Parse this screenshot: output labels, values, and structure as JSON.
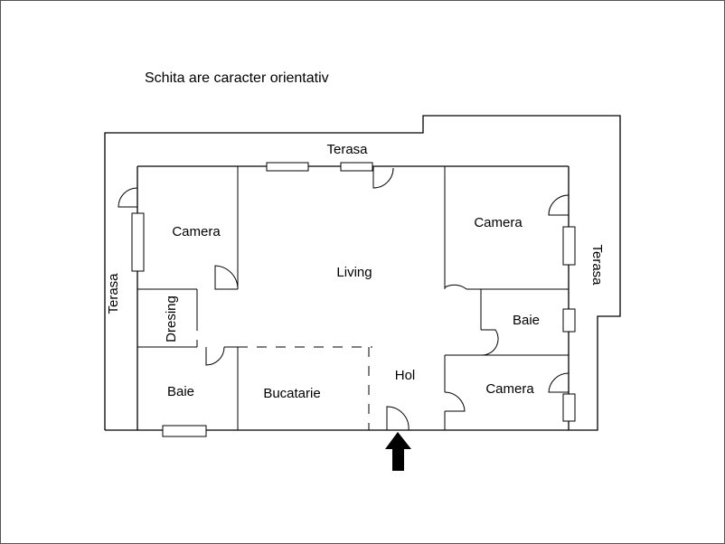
{
  "note": "Schita are caracter orientativ",
  "rooms": {
    "terasa_top": "Terasa",
    "terasa_left": "Terasa",
    "terasa_right": "Terasa",
    "camera_left": "Camera",
    "camera_right_top": "Camera",
    "camera_right_bottom": "Camera",
    "living": "Living",
    "dresing": "Dresing",
    "baie_left": "Baie",
    "baie_right": "Baie",
    "bucatarie": "Bucatarie",
    "hol": "Hol"
  },
  "colors": {
    "line": "#000000",
    "background": "#ffffff",
    "frame": "#555555"
  },
  "icons": {
    "entrance": "entrance-arrow-icon"
  }
}
